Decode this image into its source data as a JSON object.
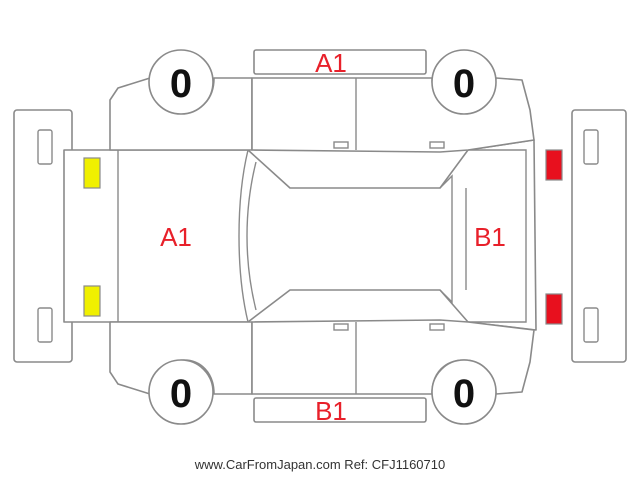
{
  "marks": {
    "front_left_lamp_color": "#f0f000",
    "rear_lamp_color": "#e8101e",
    "grade_color": "#e8202a"
  },
  "grades": {
    "top_side": "A1",
    "front": "A1",
    "rear": "B1",
    "bottom_side": "B1"
  },
  "tires": {
    "top_left": "0",
    "top_right": "0",
    "bottom_left": "0",
    "bottom_right": "0"
  },
  "footer": {
    "credit": "www.CarFromJapan.com Ref: CFJ1160710"
  }
}
